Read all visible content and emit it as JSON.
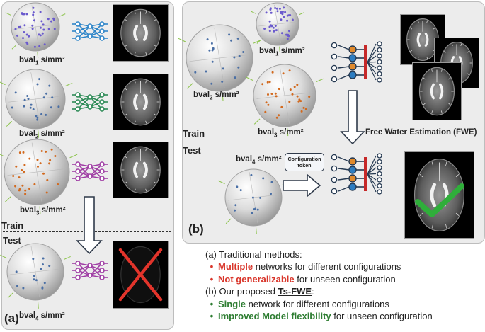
{
  "panel_a": {
    "label": "(a)",
    "train": "Train",
    "test": "Test",
    "spheres": [
      {
        "bval": "bval",
        "sub": "1",
        "unit": " s/mm²",
        "dot_color": "#6a5acd",
        "net_color": "#2f86c9"
      },
      {
        "bval": "bval",
        "sub": "2",
        "unit": " s/mm²",
        "dot_color": "#4a6fa5",
        "net_color": "#2e8b57"
      },
      {
        "bval": "bval",
        "sub": "3",
        "unit": " s/mm²",
        "dot_color": "#d2691e",
        "net_color": "#a03fa5"
      },
      {
        "bval": "bval",
        "sub": "4",
        "unit": " s/mm²",
        "dot_color": "#4a6fa5",
        "net_color": "#a03fa5"
      }
    ]
  },
  "panel_b": {
    "label": "(b)",
    "train": "Train",
    "test": "Test",
    "fwe_label": "Free Water Estimation (FWE)",
    "token_line1": "Configuration",
    "token_line2": "token",
    "spheres": [
      {
        "bval": "bval",
        "sub": "1",
        "unit": " s/mm²"
      },
      {
        "bval": "bval",
        "sub": "2",
        "unit": " s/mm²"
      },
      {
        "bval": "bval",
        "sub": "3",
        "unit": " s/mm²"
      },
      {
        "bval": "bval",
        "sub": "4",
        "unit": " s/mm²"
      }
    ]
  },
  "legend": {
    "a_heading": "(a) Traditional methods:",
    "a_items": [
      {
        "em": "Multiple",
        "rest": " networks for different configurations"
      },
      {
        "em": "Not generalizable",
        "rest": " for unseen configuration"
      }
    ],
    "b_heading_prefix": "(b) Our proposed ",
    "b_heading_name": "Ts-FWE",
    "b_heading_suffix": ":",
    "b_items": [
      {
        "em": "Single",
        "rest": " network for different configurations"
      },
      {
        "em": "Improved Model flexibility",
        "rest": " for unseen configuration"
      }
    ]
  },
  "colors": {
    "red_accent": "#d9362b",
    "green_accent": "#2e7d32",
    "arrow_fill": "#ffffff",
    "arrow_stroke": "#2f3a4a",
    "check": "#2fae3a",
    "cross": "#e2342b"
  }
}
